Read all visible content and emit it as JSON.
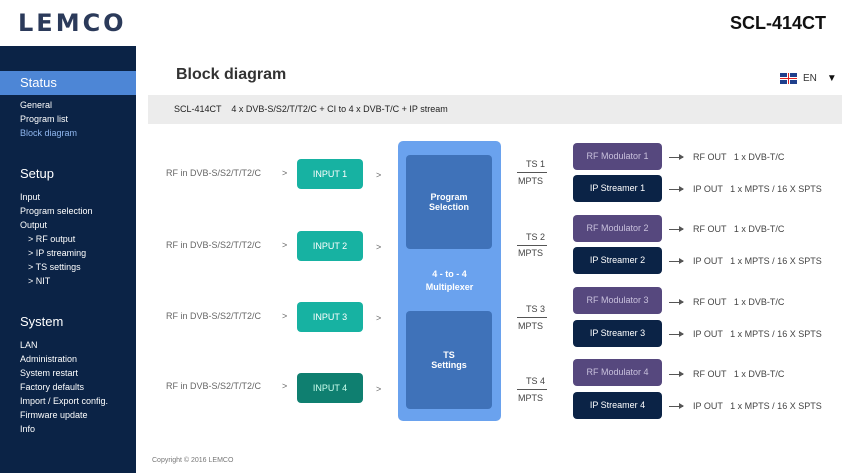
{
  "header": {
    "logo": "LEMCO",
    "model": "SCL-414CT"
  },
  "sidebar": {
    "status": {
      "title": "Status",
      "items": [
        "General",
        "Program list",
        "Block diagram"
      ]
    },
    "setup": {
      "title": "Setup",
      "items": [
        "Input",
        "Program selection",
        "Output"
      ],
      "sub_items": [
        "> RF output",
        "> IP streaming",
        "> TS settings",
        "> NIT"
      ]
    },
    "system": {
      "title": "System",
      "items": [
        "LAN",
        "Administration",
        "System restart",
        "Factory defaults",
        "Import / Export config.",
        "Firmware update",
        "Info"
      ]
    }
  },
  "page": {
    "title": "Block diagram",
    "language": "EN",
    "subtitle_model": "SCL-414CT",
    "subtitle_desc": "4 x DVB-S/S2/T/T2/C + CI to 4 x DVB-T/C + IP stream"
  },
  "diagram": {
    "arrow": ">",
    "inputs": [
      {
        "label": "RF in DVB-S/S2/T/T2/C",
        "box": "INPUT 1"
      },
      {
        "label": "RF in DVB-S/S2/T/T2/C",
        "box": "INPUT 2"
      },
      {
        "label": "RF in DVB-S/S2/T/T2/C",
        "box": "INPUT 3"
      },
      {
        "label": "RF in DVB-S/S2/T/T2/C",
        "box": "INPUT 4"
      }
    ],
    "mux": {
      "top": "Program\nSelection",
      "center": "4 - to - 4\nMultiplexer",
      "bottom": "TS\nSettings"
    },
    "outputs": [
      {
        "ts": "TS 1",
        "mpts": "MPTS",
        "modulator": "RF Modulator 1",
        "streamer": "IP Streamer 1",
        "rf_out": "RF OUT   1 x DVB-T/C",
        "ip_out": "IP OUT   1 x MPTS / 16 X SPTS"
      },
      {
        "ts": "TS 2",
        "mpts": "MPTS",
        "modulator": "RF Modulator 2",
        "streamer": "IP Streamer 2",
        "rf_out": "RF OUT   1 x DVB-T/C",
        "ip_out": "IP OUT   1 x MPTS / 16 X SPTS"
      },
      {
        "ts": "TS 3",
        "mpts": "MPTS",
        "modulator": "RF Modulator 3",
        "streamer": "IP Streamer 3",
        "rf_out": "RF OUT   1 x DVB-T/C",
        "ip_out": "IP OUT   1 x MPTS / 16 X SPTS"
      },
      {
        "ts": "TS 4",
        "mpts": "MPTS",
        "modulator": "RF Modulator 4",
        "streamer": "IP Streamer 4",
        "rf_out": "RF OUT   1 x DVB-T/C",
        "ip_out": "IP OUT   1 x MPTS / 16 X SPTS"
      }
    ]
  },
  "footer": {
    "copyright": "Copyright © 2016 LEMCO"
  },
  "icons": {
    "flag": "uk-flag-icon",
    "dropdown": "triangle-down-icon"
  }
}
